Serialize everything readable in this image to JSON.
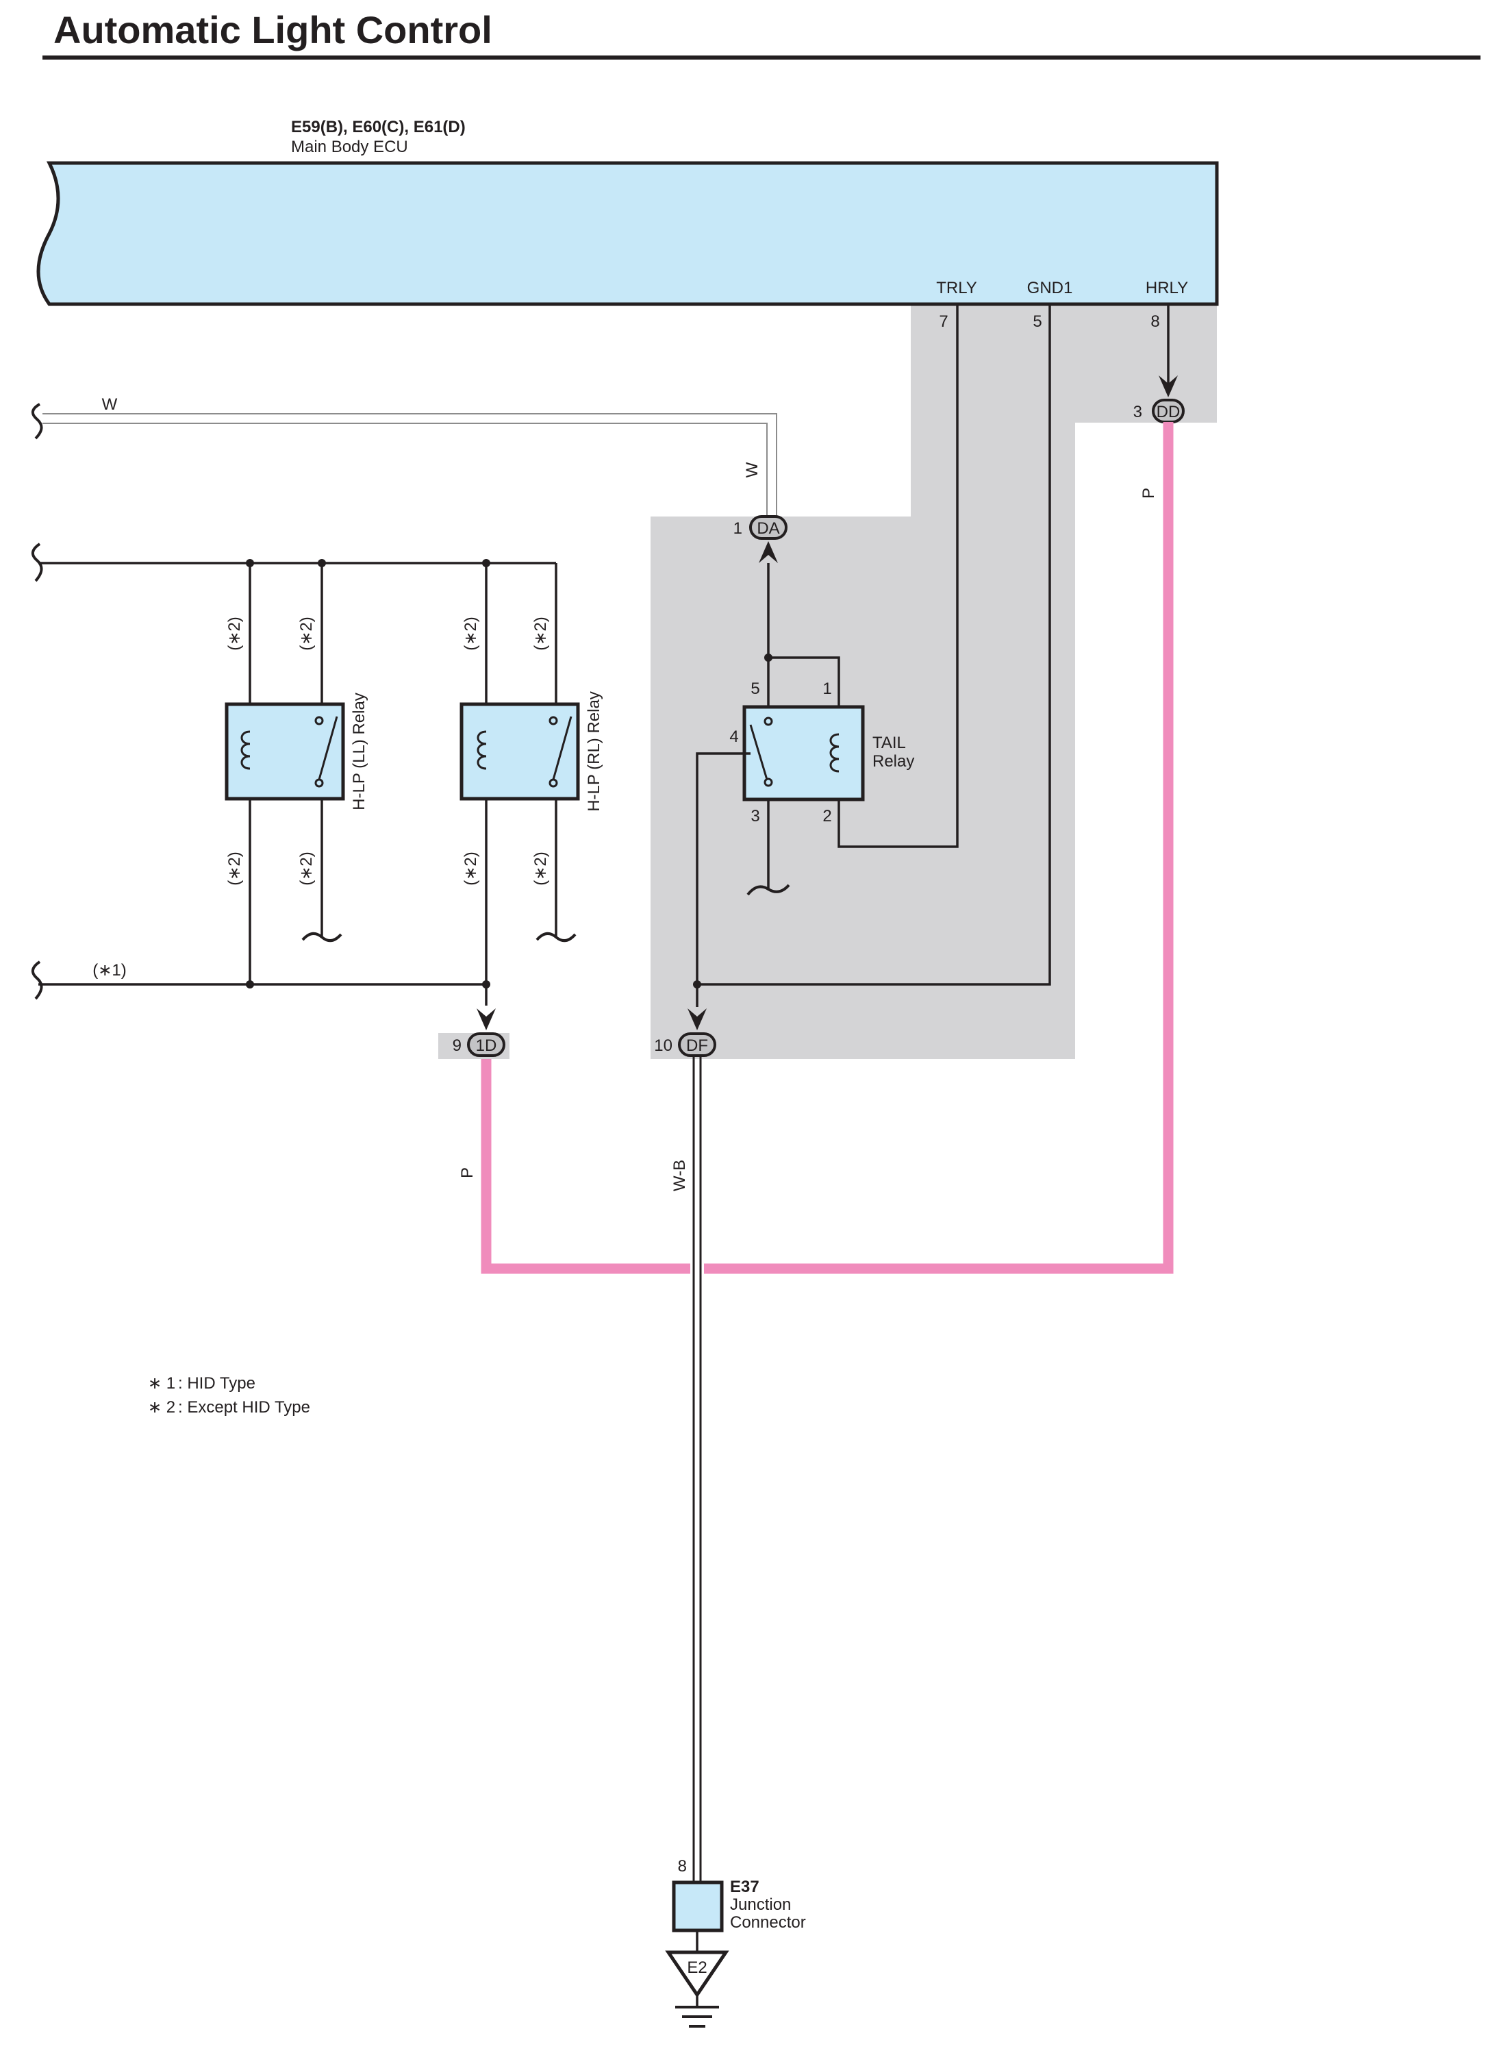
{
  "title": "Automatic Light Control",
  "ecu": {
    "connectors": "E59(B), E60(C), E61(D)",
    "name": "Main Body ECU",
    "pins": [
      {
        "name": "TRLY",
        "num": "7"
      },
      {
        "name": "GND1",
        "num": "5"
      },
      {
        "name": "HRLY",
        "num": "8"
      }
    ]
  },
  "junctions": {
    "dd": {
      "code": "DD",
      "pin": "3"
    },
    "da": {
      "code": "DA",
      "pin": "1"
    },
    "d1": {
      "code": "1D",
      "pin": "9"
    },
    "df": {
      "code": "DF",
      "pin": "10"
    }
  },
  "wires": {
    "w_top": "W",
    "w_vert": "W",
    "p_right": "P",
    "p_left": "P",
    "wb": "W-B",
    "hid_tag": "(∗1)",
    "except_hid_tag": "(∗2)"
  },
  "relays": {
    "ll": "H-LP (LL) Relay",
    "rl": "H-LP (RL) Relay",
    "tail_line1": "TAIL",
    "tail_line2": "Relay",
    "tail_pins": {
      "p5": "5",
      "p1": "1",
      "p4": "4",
      "p3": "3",
      "p2": "2"
    }
  },
  "junction_connector": {
    "pin": "8",
    "id": "E37",
    "line1": "Junction",
    "line2": "Connector"
  },
  "ground": {
    "label": "E2"
  },
  "notes": [
    {
      "mark": "∗ 1",
      "text": ": HID Type"
    },
    {
      "mark": "∗ 2",
      "text": ": Except HID Type"
    }
  ],
  "colors": {
    "ecu_fill": "#c7e8f8",
    "shade": "#d4d4d6",
    "pink_wire": "#f08cbc",
    "line": "#231f20"
  }
}
